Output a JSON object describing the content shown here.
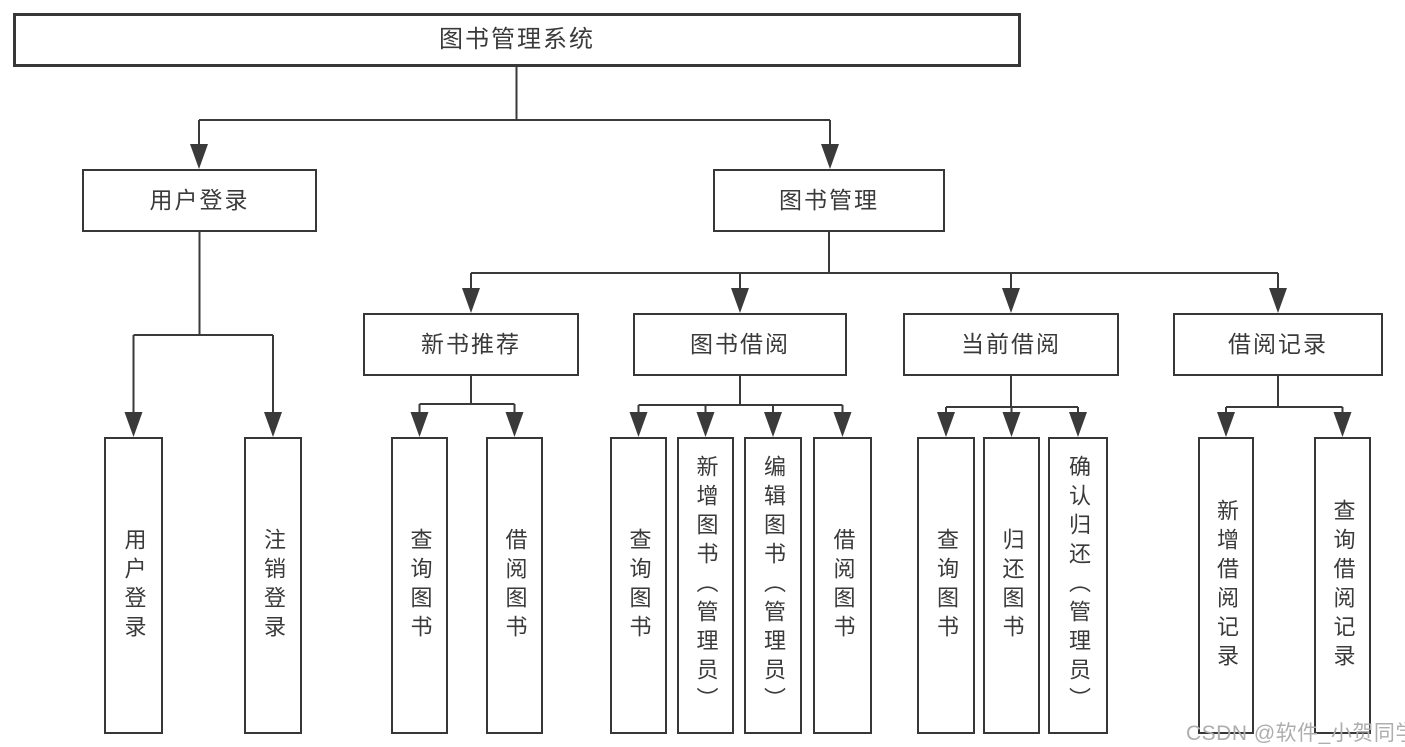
{
  "tree": {
    "label": "图书管理系统",
    "children": [
      {
        "label": "用户登录",
        "children": [
          {
            "label": "用户登录"
          },
          {
            "label": "注销登录"
          }
        ]
      },
      {
        "label": "图书管理",
        "children": [
          {
            "label": "新书推荐",
            "children": [
              {
                "label": "查询图书"
              },
              {
                "label": "借阅图书"
              }
            ]
          },
          {
            "label": "图书借阅",
            "children": [
              {
                "label": "查询图书"
              },
              {
                "label": "新增图书（管理员）"
              },
              {
                "label": "编辑图书（管理员）"
              },
              {
                "label": "借阅图书"
              }
            ]
          },
          {
            "label": "当前借阅",
            "children": [
              {
                "label": "查询图书"
              },
              {
                "label": "归还图书"
              },
              {
                "label": "确认归还（管理员）"
              }
            ]
          },
          {
            "label": "借阅记录",
            "children": [
              {
                "label": "新增借阅记录"
              },
              {
                "label": "查询借阅记录"
              }
            ]
          }
        ]
      }
    ]
  },
  "watermark": "CSDN @软件_小贺同学",
  "colors": {
    "line": "#3a3a3a",
    "box_border": "#373737",
    "text": "#3a3a3a",
    "watermark_text": "#aeaeae",
    "background": "#ffffff"
  }
}
